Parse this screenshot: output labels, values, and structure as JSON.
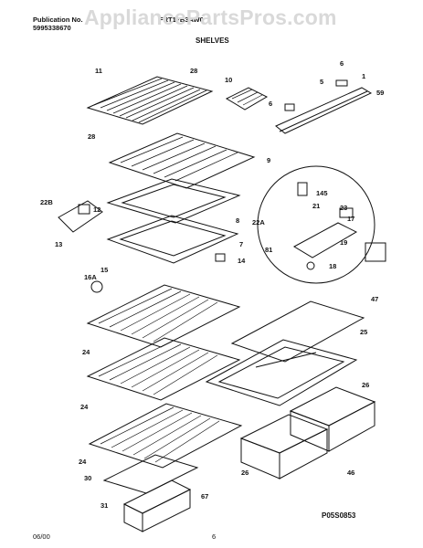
{
  "header": {
    "pub_label": "Publication No.",
    "pub_number": "5995338670",
    "model": "FRT17B3AW0",
    "watermark": "AppliancePartsPros.com",
    "section_title": "SHELVES"
  },
  "footer": {
    "date": "06/00",
    "page": "6",
    "drawing_code": "P05S0853"
  },
  "callouts": [
    "11",
    "28",
    "10",
    "6",
    "1",
    "5",
    "59",
    "6",
    "28",
    "9",
    "145",
    "22B",
    "12",
    "21",
    "23",
    "8",
    "17",
    "22A",
    "13",
    "19",
    "7",
    "81",
    "14",
    "18",
    "15",
    "16A",
    "47",
    "25",
    "24",
    "24",
    "26",
    "24",
    "30",
    "26",
    "46",
    "31",
    "67"
  ]
}
